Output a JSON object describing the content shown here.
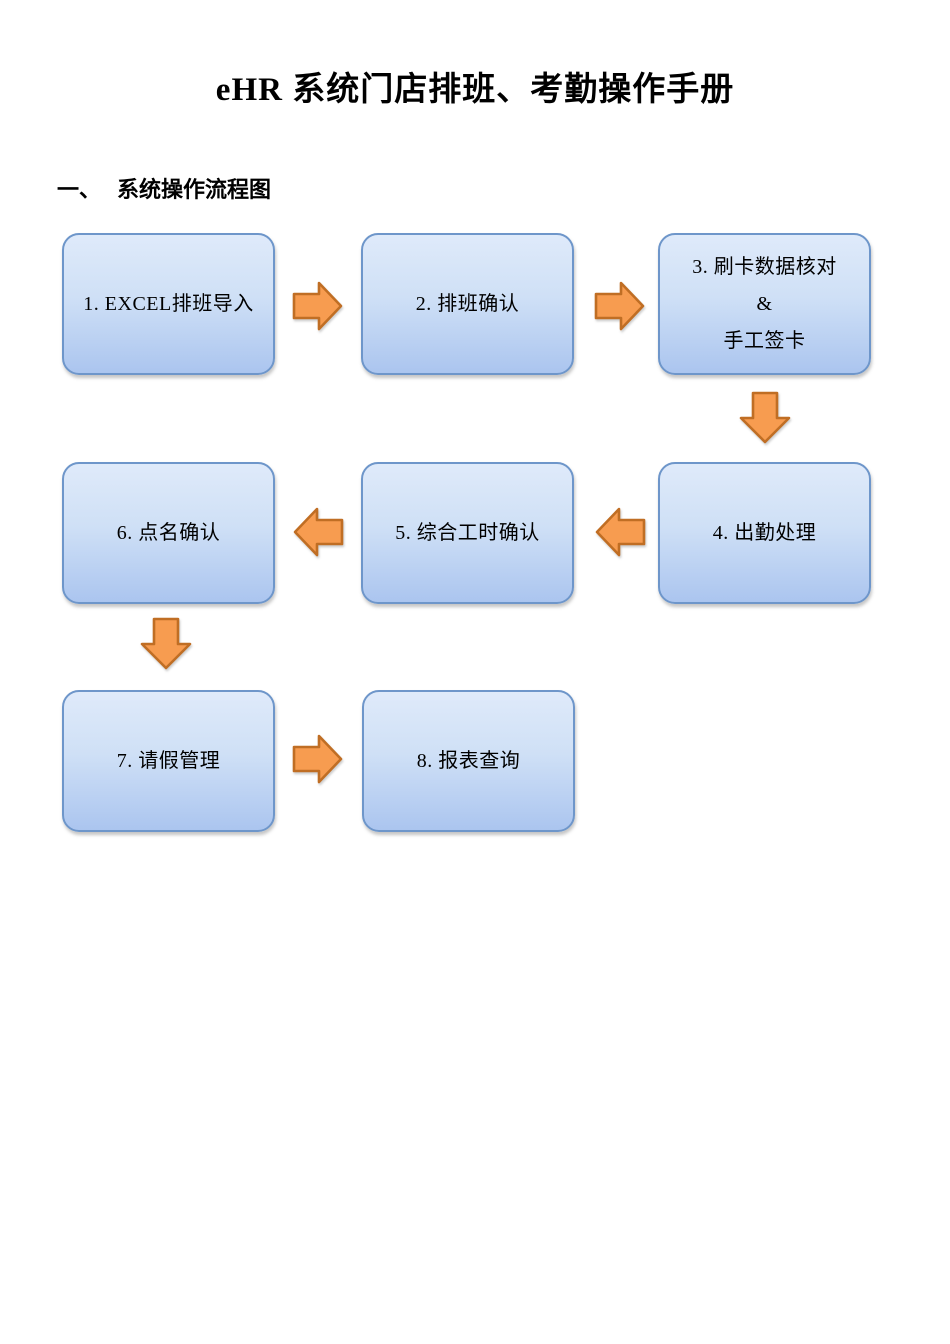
{
  "page": {
    "title": "eHR 系统门店排班、考勤操作手册",
    "section_heading": {
      "number": "一、",
      "text": "系统操作流程图"
    }
  },
  "colors": {
    "box_border": "#6e96ca",
    "box_fill_top": "#dfeafa",
    "box_fill_mid": "#cfe0f6",
    "box_fill_bottom": "#abc5ef",
    "arrow_fill": "#f79c50",
    "arrow_border": "#c06e24",
    "text_color": "#000000",
    "page_bg": "#ffffff"
  },
  "flowchart": {
    "boxes": [
      {
        "id": 1,
        "label": "1. EXCEL排班导入"
      },
      {
        "id": 2,
        "label": "2. 排班确认"
      },
      {
        "id": 3,
        "label": "3. 刷卡数据核对\n&\n手工签卡"
      },
      {
        "id": 4,
        "label": "4. 出勤处理"
      },
      {
        "id": 5,
        "label": "5. 综合工时确认"
      },
      {
        "id": 6,
        "label": "6. 点名确认"
      },
      {
        "id": 7,
        "label": "7. 请假管理"
      },
      {
        "id": 8,
        "label": "8. 报表查询"
      }
    ],
    "arrows": [
      {
        "from": 1,
        "to": 2,
        "direction": "right"
      },
      {
        "from": 2,
        "to": 3,
        "direction": "right"
      },
      {
        "from": 3,
        "to": 4,
        "direction": "down"
      },
      {
        "from": 4,
        "to": 5,
        "direction": "left"
      },
      {
        "from": 5,
        "to": 6,
        "direction": "left"
      },
      {
        "from": 6,
        "to": 7,
        "direction": "down"
      },
      {
        "from": 7,
        "to": 8,
        "direction": "right"
      }
    ]
  }
}
